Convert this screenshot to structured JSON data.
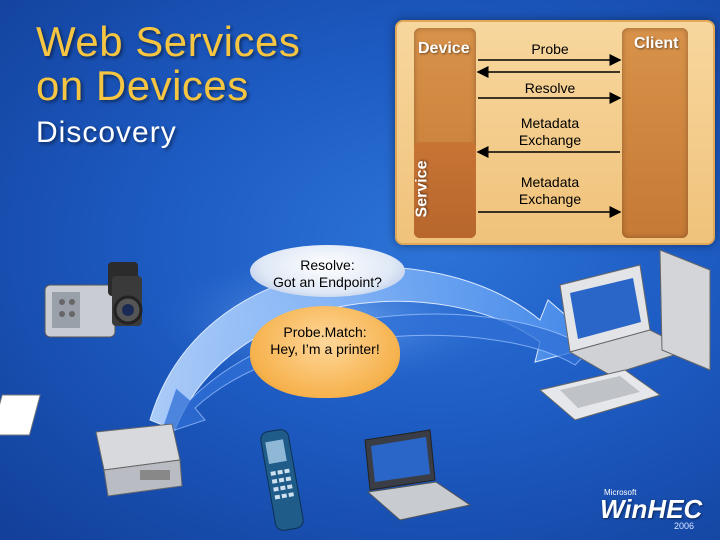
{
  "slide": {
    "title_line1": "Web Services",
    "title_line2": "on Devices",
    "subtitle": "Discovery"
  },
  "diagram": {
    "device_label": "Device",
    "client_label": "Client",
    "service_label": "Service",
    "messages": [
      "Probe",
      "Resolve",
      "Metadata Exchange",
      "Metadata Exchange"
    ]
  },
  "bubbles": {
    "resolve_line1": "Resolve:",
    "resolve_line2": "Got an Endpoint?",
    "probe_line1": "Probe.Match:",
    "probe_line2": "Hey, I’m a printer!"
  },
  "logo": {
    "small": "Microsoft",
    "name": "WinHEC",
    "year": "2006"
  },
  "colors": {
    "title": "#f6c541",
    "panel": "#f0c27a",
    "lane": "#c57a35",
    "background": "#1d5bc2"
  }
}
